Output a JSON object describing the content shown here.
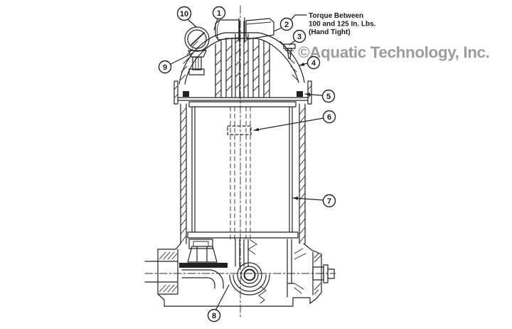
{
  "watermark": {
    "text": "©Aquatic Technology, Inc.",
    "color": "#9c9c9c"
  },
  "annotation": {
    "lines": [
      "Torque Between",
      "100 and 125 In. Lbs.",
      "(Hand Tight)"
    ]
  },
  "callouts": {
    "c1": "1",
    "c2": "2",
    "c3": "3",
    "c4": "4",
    "c5": "5",
    "c6": "6",
    "c7": "7",
    "c8": "8",
    "c9": "9",
    "c10": "10"
  },
  "colors": {
    "ink": "#222222",
    "paper": "#ffffff"
  }
}
